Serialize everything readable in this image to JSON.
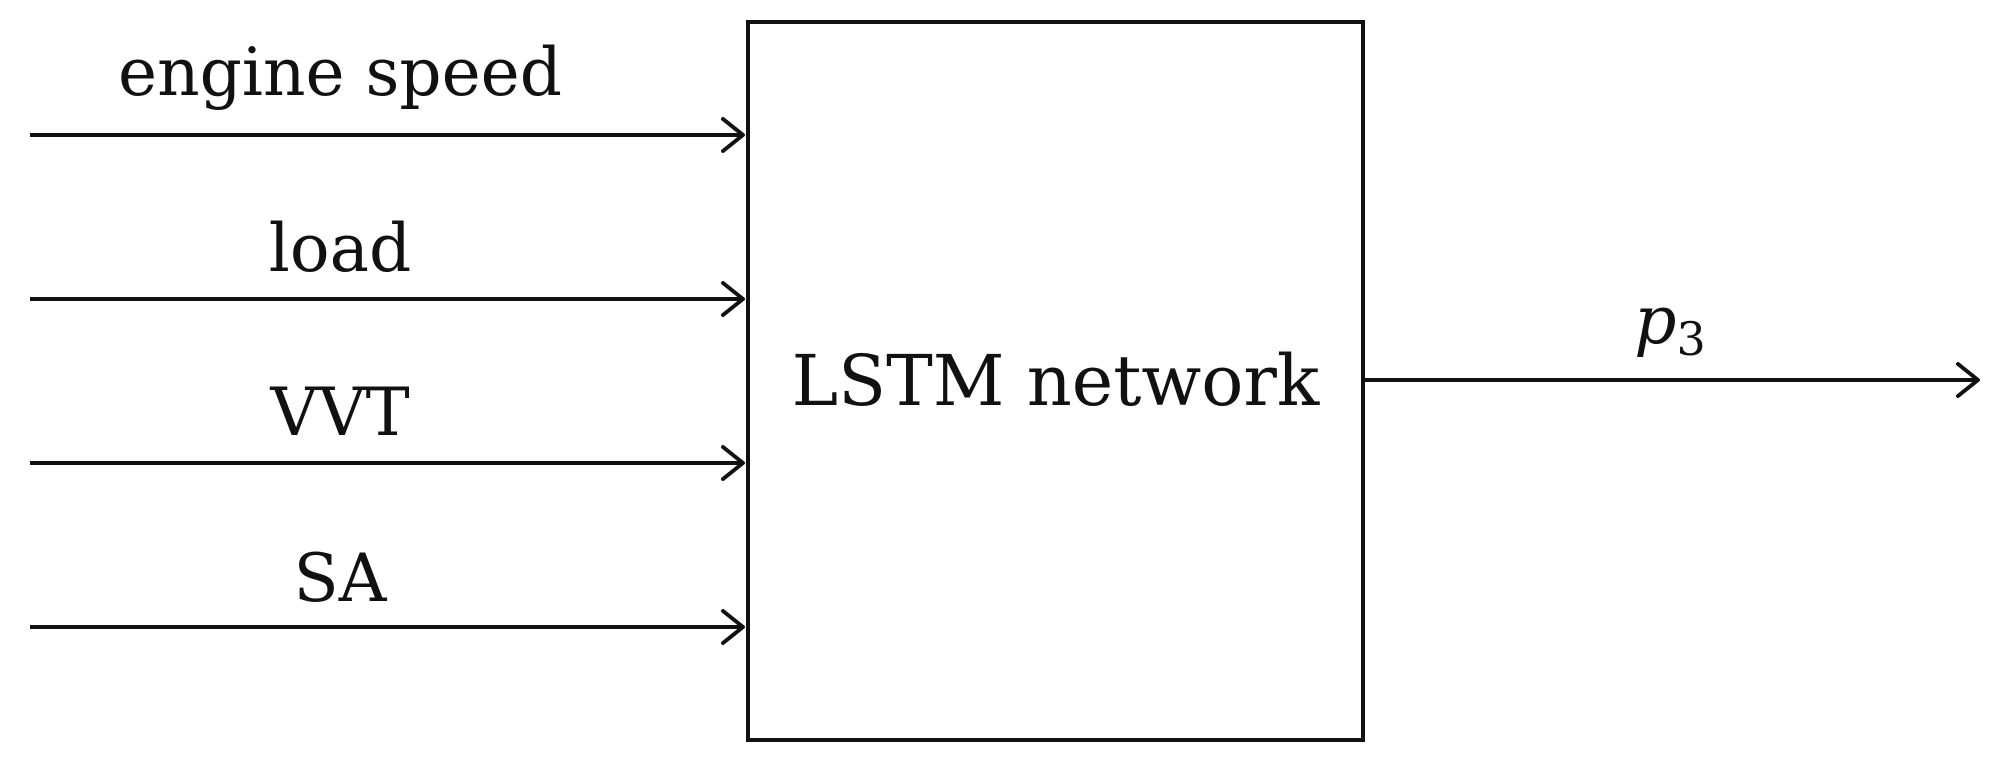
{
  "inputs": [
    {
      "label": "engine speed"
    },
    {
      "label": "load"
    },
    {
      "label": "VVT"
    },
    {
      "label": "SA"
    }
  ],
  "block": {
    "label": "LSTM network"
  },
  "output": {
    "symbol": "p",
    "subscript": "3"
  }
}
